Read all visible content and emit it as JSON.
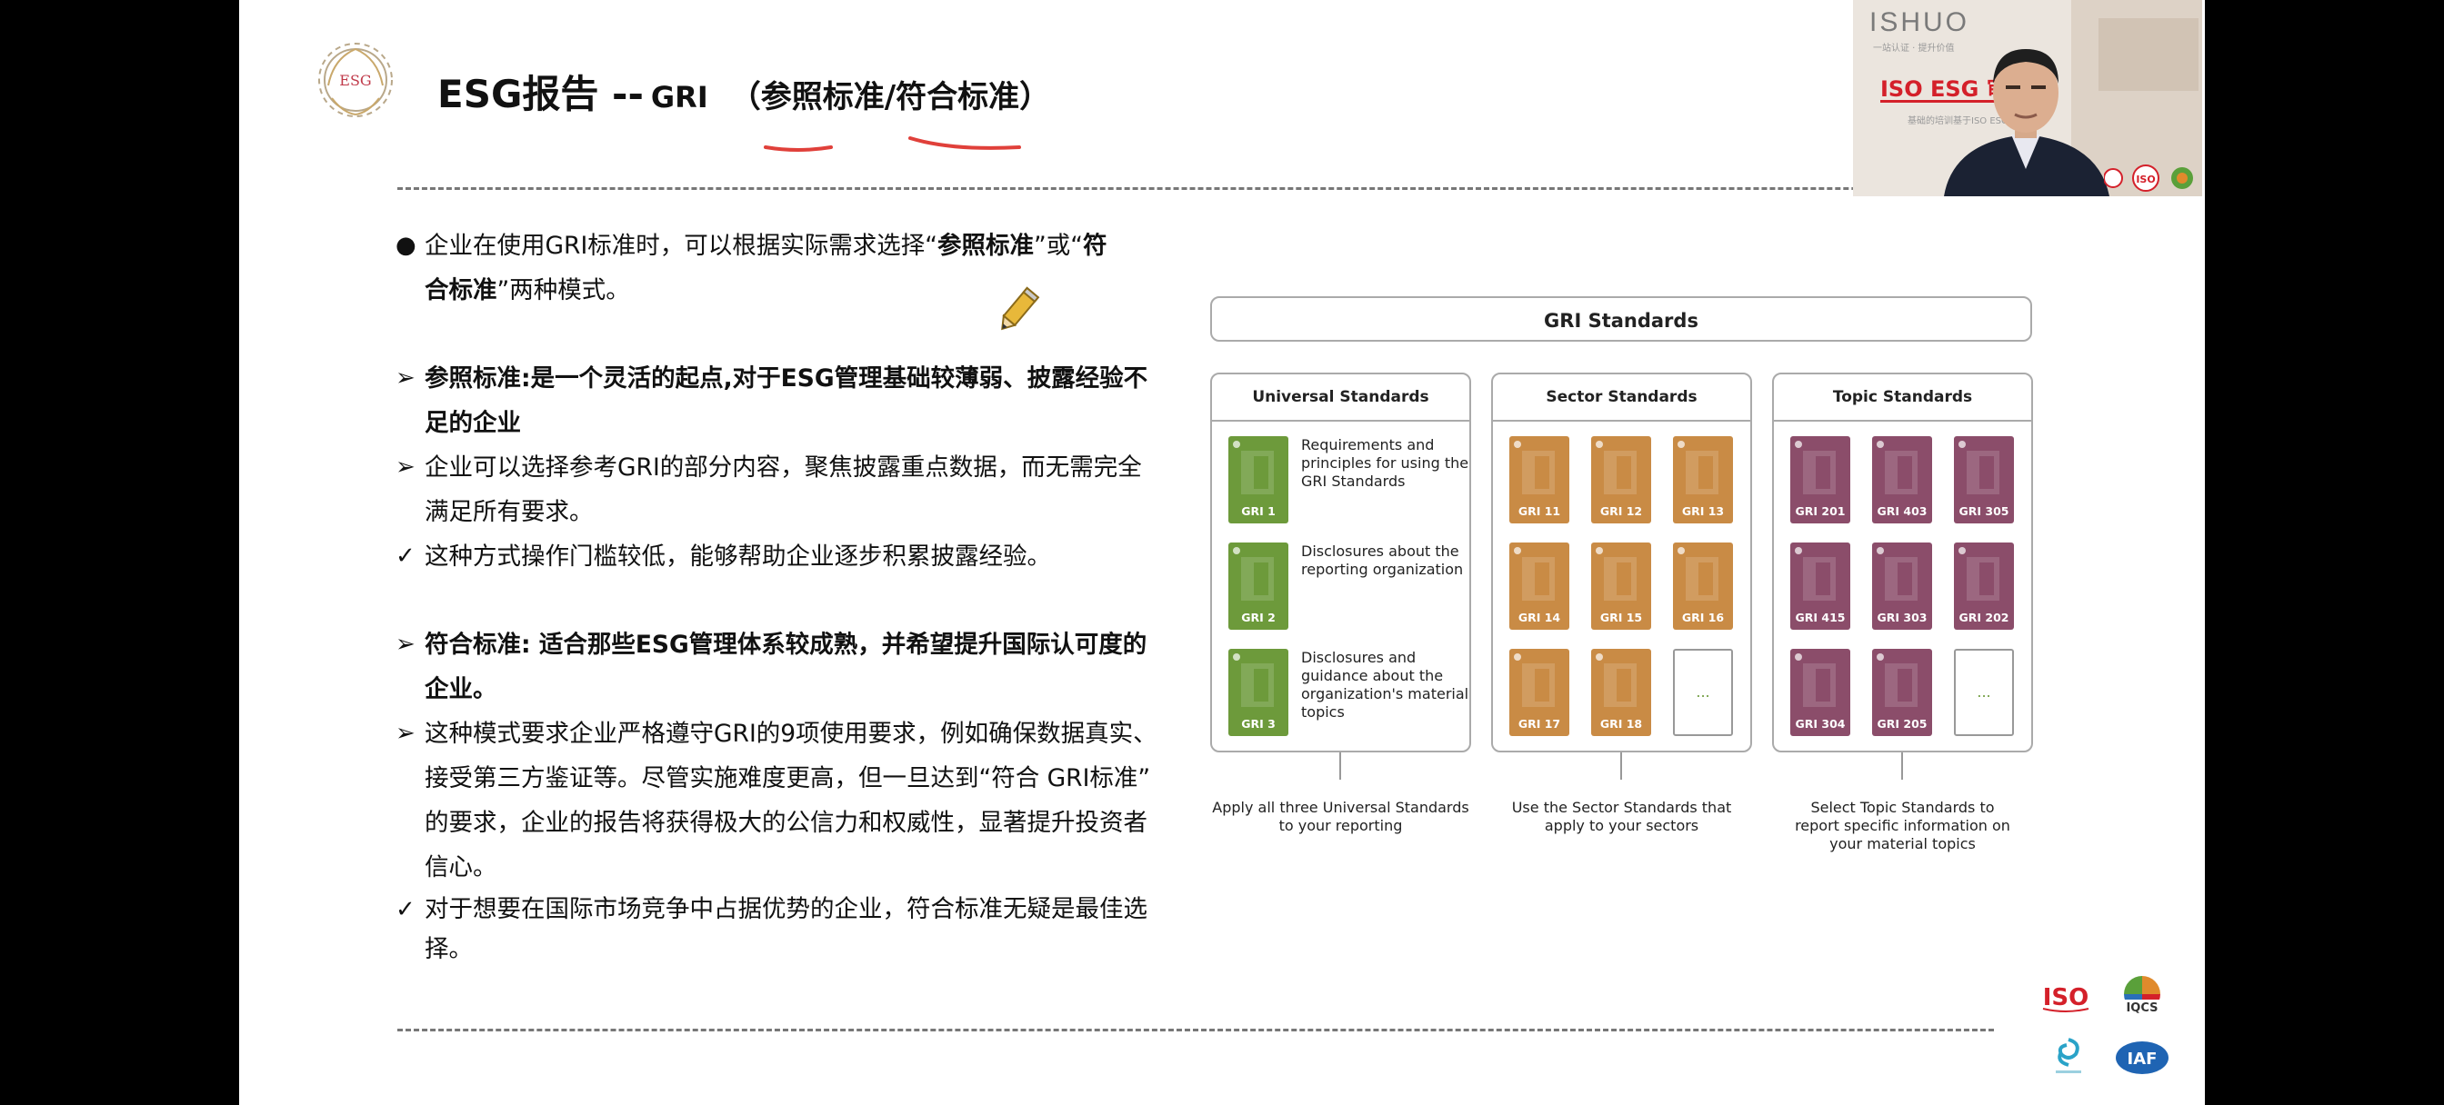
{
  "header": {
    "title": "ESG报告 --",
    "title_gri": "GRI",
    "title_paren": "（参照标准/符合标准）",
    "logo_text": "ESG"
  },
  "bullets": [
    {
      "marker": "●",
      "bold": false,
      "lines": [
        [
          "企业在使用GRI标准时，可以根据实际需求选择“",
          "参照标准",
          "”或“",
          "符"
        ],
        [
          "合标准",
          "”两种模式。"
        ]
      ]
    },
    {
      "marker": "➢",
      "bold": true,
      "lines": [
        [
          "参照标准:是一个灵活的起点,对于ESG管理基础较薄弱、披露经验不"
        ],
        [
          "足的企业"
        ]
      ]
    },
    {
      "marker": "➢",
      "bold": false,
      "lines": [
        [
          "企业可以选择参考GRI的部分内容，聚焦披露重点数据，而无需完全"
        ],
        [
          "满足所有要求。"
        ]
      ]
    },
    {
      "marker": "✓",
      "bold": false,
      "lines": [
        [
          "这种方式操作门槛较低，能够帮助企业逐步积累披露经验。"
        ]
      ]
    },
    {
      "marker": "➢",
      "bold": true,
      "lines": [
        [
          "符合标准: 适合那些ESG管理体系较成熟，并希望提升国际认可度的"
        ],
        [
          "企业。"
        ]
      ]
    },
    {
      "marker": "➢",
      "bold": false,
      "lines": [
        [
          "这种模式要求企业严格遵守GRI的9项使用要求，例如确保数据真实、"
        ],
        [
          "接受第三方鉴证等。尽管实施难度更高，但一旦达到“符合  GRI标准”"
        ],
        [
          "的要求，企业的报告将获得极大的公信力和权威性，显著提升投资者"
        ],
        [
          "信心。"
        ]
      ]
    },
    {
      "marker": "✓",
      "bold": false,
      "lines": [
        [
          "对于想要在国际市场竞争中占据优势的企业，符合标准无疑是最佳选"
        ],
        [
          "择。"
        ]
      ]
    }
  ],
  "diagram": {
    "title": "GRI Standards",
    "universal": {
      "heading": "Universal Standards",
      "books": [
        "GRI 1",
        "GRI 2",
        "GRI 3"
      ],
      "descriptions": [
        "Requirements and principles for using the GRI Standards",
        "Disclosures about the reporting organization",
        "Disclosures and guidance about the organization's material topics"
      ],
      "caption": "Apply all three Universal Standards to your reporting"
    },
    "sector": {
      "heading": "Sector Standards",
      "books": [
        "GRI 11",
        "GRI 12",
        "GRI 13",
        "GRI 14",
        "GRI 15",
        "GRI 16",
        "GRI 17",
        "GRI 18"
      ],
      "more": "...",
      "caption": "Use the Sector Standards that apply to your sectors"
    },
    "topic": {
      "heading": "Topic Standards",
      "books": [
        "GRI 201",
        "GRI 403",
        "GRI 305",
        "GRI 415",
        "GRI 303",
        "GRI 202",
        "GRI 304",
        "GRI 205"
      ],
      "more": "...",
      "caption": "Select Topic Standards to report specific information on your material topics"
    },
    "colors": {
      "universal": "#6d9a3b",
      "sector": "#c98b45",
      "topic": "#8b4d6a"
    }
  },
  "bottom_logos": {
    "iso": "ISO",
    "iqcs": "IQCS",
    "iaf": "IAF"
  },
  "webcam": {
    "brand": "ISHUO",
    "brand_sub": "一站认证 · 提升价值",
    "banner": "ISO ESG 审",
    "banner_small": "基础的培训基于ISO ESG",
    "badge": "ISO"
  }
}
